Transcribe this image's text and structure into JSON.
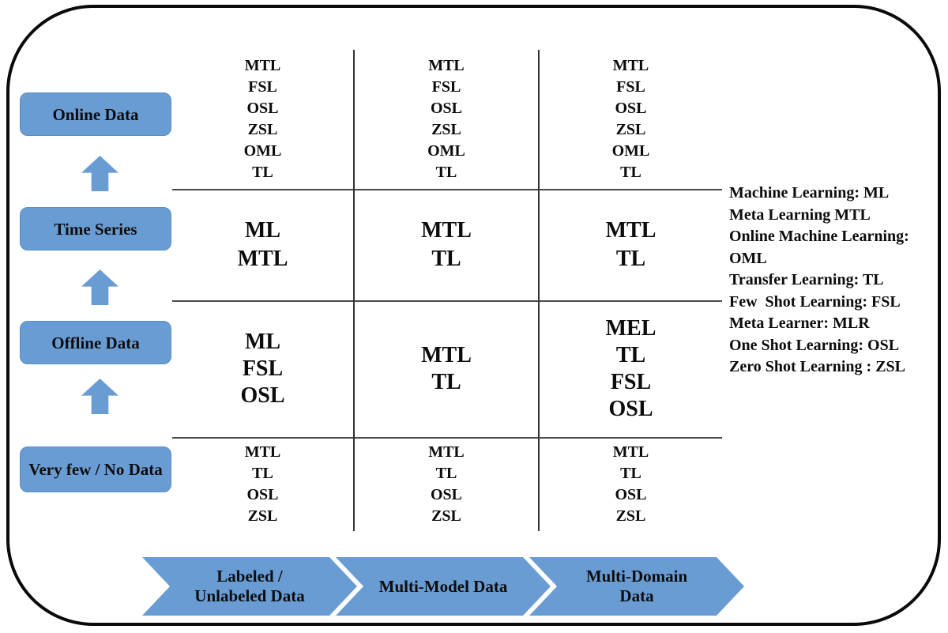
{
  "figure": {
    "colors": {
      "shape_blue": "#6a9cd4",
      "grid_line": "#4a4a4a",
      "frame_border": "#0a0a0a",
      "text": "#0c0c0c"
    },
    "y_axis": {
      "labels": [
        "Online Data",
        "Time Series",
        "Offline Data",
        "Very few / No Data"
      ]
    },
    "x_axis": {
      "labels": [
        [
          "Labeled /",
          "Unlabeled Data"
        ],
        [
          "Multi-Model Data"
        ],
        [
          "Multi-Domain",
          "Data"
        ]
      ]
    },
    "grid": {
      "cells": [
        [
          [
            "MTL",
            "FSL",
            "OSL",
            "ZSL",
            "OML",
            "TL"
          ],
          [
            "MTL",
            "FSL",
            "OSL",
            "ZSL",
            "OML",
            "TL"
          ],
          [
            "MTL",
            "FSL",
            "OSL",
            "ZSL",
            "OML",
            "TL"
          ]
        ],
        [
          [
            "ML",
            "MTL"
          ],
          [
            "MTL",
            "TL"
          ],
          [
            "MTL",
            "TL"
          ]
        ],
        [
          [
            "ML",
            "FSL",
            "OSL"
          ],
          [
            "MTL",
            "TL"
          ],
          [
            "MEL",
            "TL",
            "FSL",
            "OSL"
          ]
        ],
        [
          [
            "MTL",
            "TL",
            "OSL",
            "ZSL"
          ],
          [
            "MTL",
            "TL",
            "OSL",
            "ZSL"
          ],
          [
            "MTL",
            "TL",
            "OSL",
            "ZSL"
          ]
        ]
      ]
    },
    "legend": {
      "lines": [
        "Machine Learning: ML",
        "Meta Learning MTL",
        "Online Machine Learning:",
        "OML",
        "Transfer Learning: TL",
        "Few  Shot Learning: FSL",
        "Meta Learner: MLR",
        "One Shot Learning: OSL",
        "Zero Shot Learning : ZSL"
      ]
    }
  }
}
